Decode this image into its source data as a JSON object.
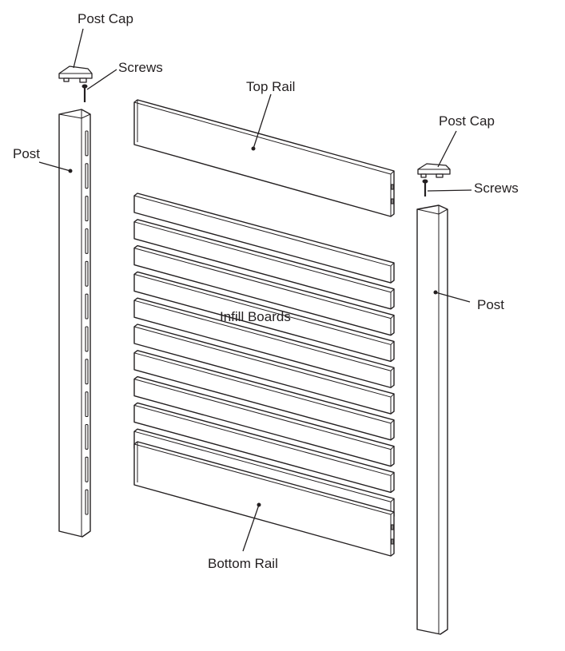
{
  "labels": {
    "post_cap_left": "Post Cap",
    "screws_left": "Screws",
    "post_left": "Post",
    "top_rail": "Top Rail",
    "infill_boards": "Infill Boards",
    "bottom_rail": "Bottom Rail",
    "post_cap_right": "Post Cap",
    "screws_right": "Screws",
    "post_right": "Post"
  },
  "parts": {
    "infill_board_count": 10,
    "post_slot_count": 12
  },
  "colors": {
    "line": "#231f20",
    "fill": "#ffffff"
  }
}
